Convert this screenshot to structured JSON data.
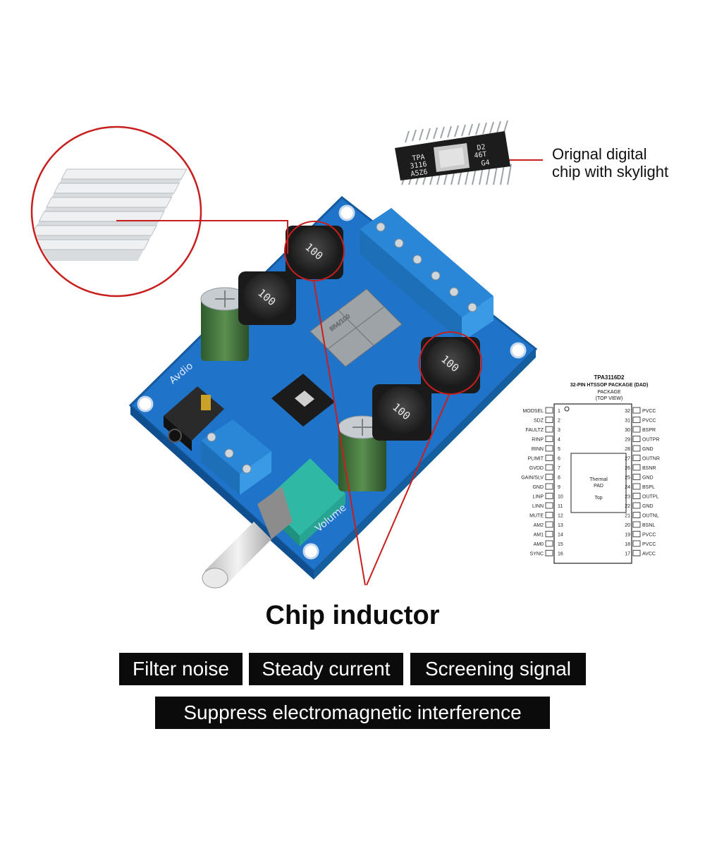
{
  "chip_callout": {
    "line1": "Orignal digital",
    "line2": "chip with skylight"
  },
  "chip_marking": {
    "left_line1": "TPA",
    "left_line2": "3116",
    "left_line3": "A5Z6",
    "right_line1": "D2",
    "right_line2": "46T",
    "right_line3": "G4"
  },
  "pcb_labels": {
    "audio": "Avdio",
    "volume": "Volume",
    "inductor_value": "100",
    "resistor_code": "8R4/100"
  },
  "pinout": {
    "title": "TPA3116D2",
    "subtitle": "32-PIN HTSSOP PACKAGE (DAD)",
    "view_line1": "PACKAGE",
    "view_line2": "(TOP VIEW)",
    "pad_line1": "Thermal",
    "pad_line2": "PAD",
    "pad_line3": "Top",
    "left_pins": [
      {
        "num": "1",
        "name": "MODSEL"
      },
      {
        "num": "2",
        "name": "SDZ"
      },
      {
        "num": "3",
        "name": "FAULTZ"
      },
      {
        "num": "4",
        "name": "RINP"
      },
      {
        "num": "5",
        "name": "RINN"
      },
      {
        "num": "6",
        "name": "PLIMIT"
      },
      {
        "num": "7",
        "name": "GVDD"
      },
      {
        "num": "8",
        "name": "GAIN/SLV"
      },
      {
        "num": "9",
        "name": "GND"
      },
      {
        "num": "10",
        "name": "LINP"
      },
      {
        "num": "11",
        "name": "LINN"
      },
      {
        "num": "12",
        "name": "MUTE"
      },
      {
        "num": "13",
        "name": "AM2"
      },
      {
        "num": "14",
        "name": "AM1"
      },
      {
        "num": "15",
        "name": "AM0"
      },
      {
        "num": "16",
        "name": "SYNC"
      }
    ],
    "right_pins": [
      {
        "num": "32",
        "name": "PVCC"
      },
      {
        "num": "31",
        "name": "PVCC"
      },
      {
        "num": "30",
        "name": "BSPR"
      },
      {
        "num": "29",
        "name": "OUTPR"
      },
      {
        "num": "28",
        "name": "GND"
      },
      {
        "num": "27",
        "name": "OUTNR"
      },
      {
        "num": "26",
        "name": "BSNR"
      },
      {
        "num": "25",
        "name": "GND"
      },
      {
        "num": "24",
        "name": "BSPL"
      },
      {
        "num": "23",
        "name": "OUTPL"
      },
      {
        "num": "22",
        "name": "GND"
      },
      {
        "num": "21",
        "name": "OUTNL"
      },
      {
        "num": "20",
        "name": "BSNL"
      },
      {
        "num": "19",
        "name": "PVCC"
      },
      {
        "num": "18",
        "name": "PVCC"
      },
      {
        "num": "17",
        "name": "AVCC"
      }
    ]
  },
  "headline": "Chip inductor",
  "feature_tags": [
    "Filter noise",
    "Steady current",
    "Screening signal",
    "Suppress electromagnetic interference"
  ],
  "colors": {
    "pcb_blue": "#1f73c9",
    "terminal_blue": "#2a86d6",
    "callout_red": "#c81e1e",
    "pot_teal": "#2fb9a4",
    "cap_green": "#3f6b3a",
    "tag_black": "#0b0b0b"
  }
}
